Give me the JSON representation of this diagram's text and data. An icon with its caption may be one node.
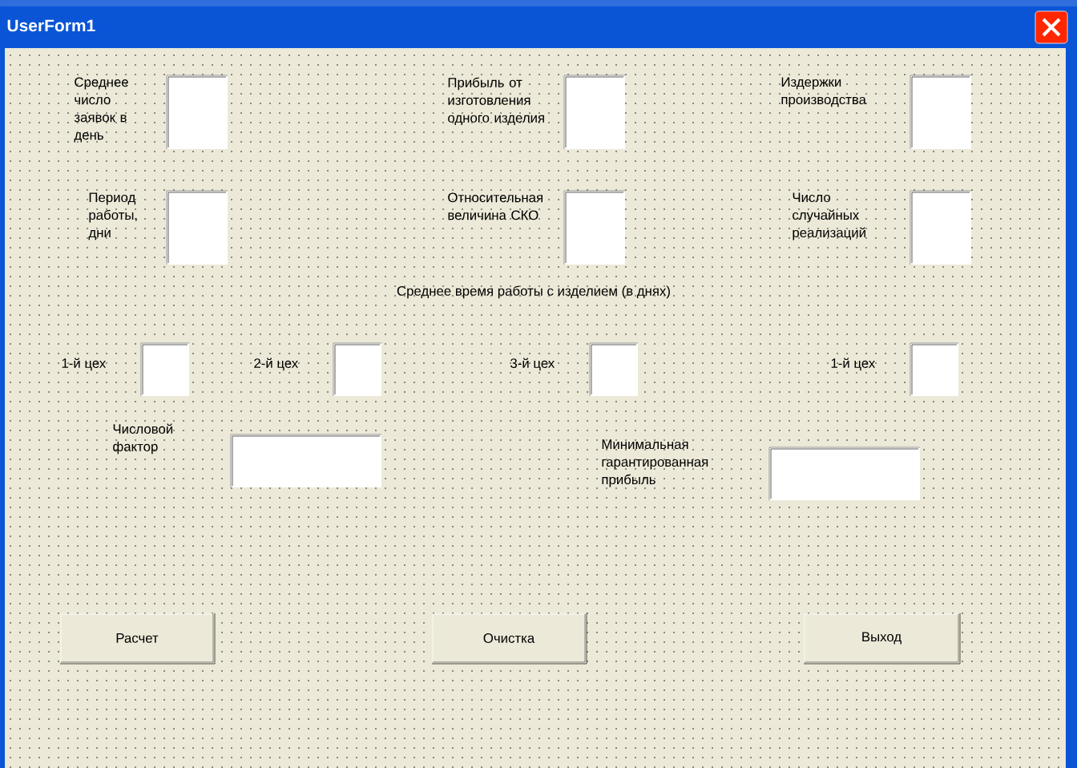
{
  "diagram": {
    "title": "UserForm1",
    "nodes": [
      {
        "text": [],
        "shape": "box"
      },
      {
        "text": [],
        "shape": "box"
      },
      {
        "text": [],
        "shape": "box"
      },
      {
        "text": [],
        "shape": "box"
      },
      {
        "text": [],
        "shape": "box"
      },
      {
        "text": [],
        "shape": "box"
      },
      {
        "text": [],
        "shape": "box"
      },
      {
        "text": [],
        "shape": "box"
      },
      {
        "text": [],
        "shape": "box"
      },
      {
        "text": [],
        "shape": "box"
      },
      {
        "text": [],
        "shape": "box"
      },
      {
        "text": [],
        "shape": "box"
      },
      {
        "text": [
          "Расчет"
        ]
      },
      {
        "text": [
          "Очистка"
        ]
      },
      {
        "text": [
          "Выход"
        ]
      }
    ],
    "labels": [
      "Среднее число заявок в день",
      "Прибыль от изготовления одного изделия",
      "Издержки производства",
      "Период работы, дни",
      "Относительная величина СКО",
      "Число случайных реализаций",
      "Среднее время работы с изделием (в днях)",
      "1-й цех",
      "2-й цех",
      "3-й цех",
      "1-й цех",
      "Числовой фактор",
      "Минимальная гарантированная прибыль"
    ]
  }
}
